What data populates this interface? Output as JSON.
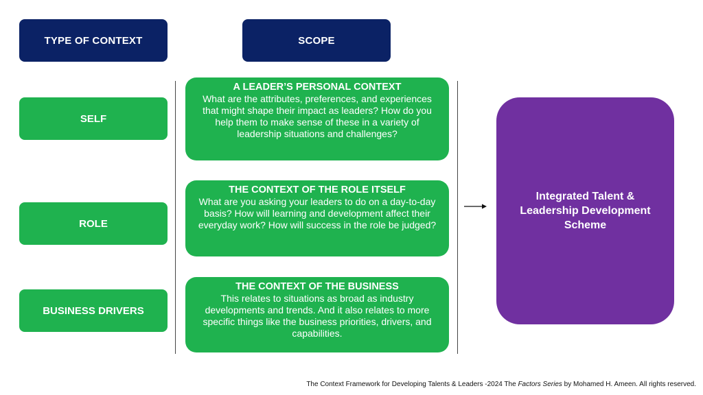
{
  "headers": {
    "type_of_context": "TYPE OF CONTEXT",
    "scope": "SCOPE"
  },
  "contexts": [
    {
      "label": "SELF",
      "scope_title": "A LEADER’S PERSONAL CONTEXT",
      "scope_text": "What are the attributes, preferences, and experiences that might shape their impact as leaders? How do you help them to make sense of these in a variety of leadership situations and challenges?"
    },
    {
      "label": "ROLE",
      "scope_title": "THE CONTEXT OF THE ROLE ITSELF",
      "scope_text": "What are you asking your leaders to do on a day-to-day basis? How will learning and development affect their everyday work? How will success in the role be judged?"
    },
    {
      "label": "BUSINESS DRIVERS",
      "scope_title": "THE CONTEXT OF THE BUSINESS",
      "scope_text": "This relates to situations as broad as industry developments and trends. And it also relates to more specific things like the business priorities, drivers, and capabilities."
    }
  ],
  "result": "Integrated Talent & Leadership Development Scheme",
  "footer": {
    "before": "The Context Framework for Developing Talents & Leaders -2024 The ",
    "italic": "Factors Series",
    "after": " by Mohamed H. Ameen. All rights reserved."
  },
  "colors": {
    "navy": "#0b2265",
    "green": "#1fb24f",
    "purple": "#7030a0"
  }
}
